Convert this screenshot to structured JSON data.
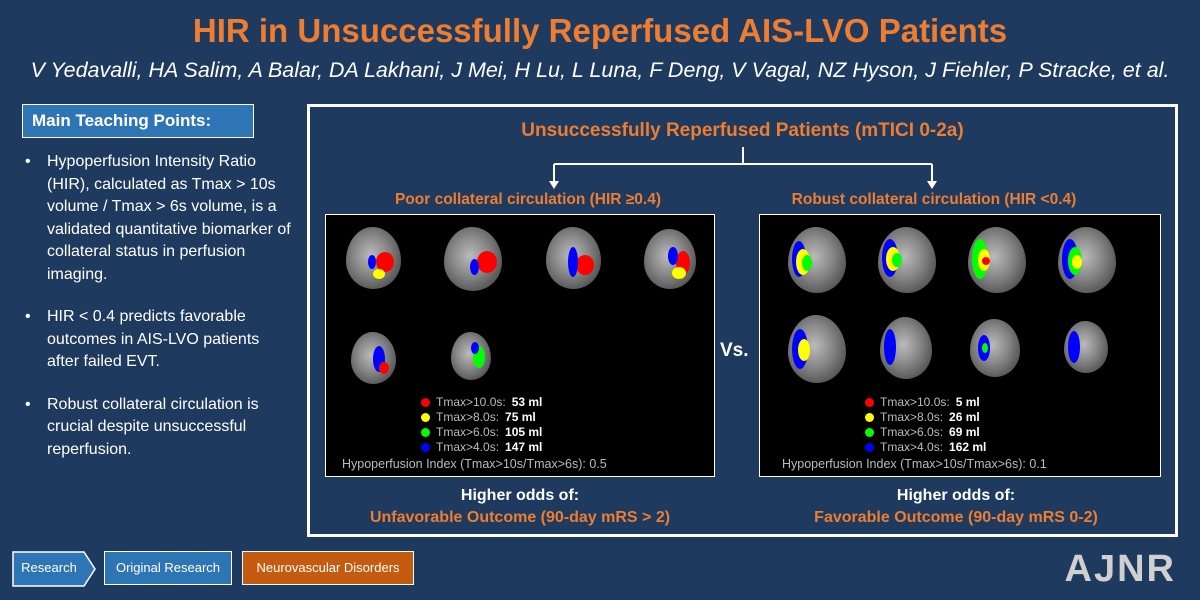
{
  "header": {
    "title": "HIR in Unsuccessfully Reperfused AIS-LVO Patients",
    "authors": "V Yedavalli, HA Salim, A Balar, DA Lakhani, J Mei, H Lu, L Luna, F Deng, V Vagal, NZ Hyson, J Fiehler, P Stracke, et al."
  },
  "teaching": {
    "heading": "Main Teaching Points:",
    "points": [
      "Hypoperfusion Intensity Ratio (HIR), calculated as Tmax > 10s volume / Tmax > 6s volume, is a validated quantitative biomarker of collateral status in perfusion imaging.",
      "HIR < 0.4 predicts favorable outcomes in AIS-LVO patients after failed EVT.",
      "Robust collateral circulation is crucial despite unsuccessful reperfusion."
    ]
  },
  "figure": {
    "top_label": "Unsuccessfully Reperfused Patients (mTICI 0-2a)",
    "vs_label": "Vs.",
    "poor": {
      "label": "Poor collateral circulation (HIR ≥0.4)",
      "legend": [
        {
          "name": "Tmax>10.0s:",
          "value": "53 ml",
          "color": "#ff0000"
        },
        {
          "name": "Tmax>8.0s:",
          "value": "75 ml",
          "color": "#ffff00"
        },
        {
          "name": "Tmax>6.0s:",
          "value": "105 ml",
          "color": "#00ff00"
        },
        {
          "name": "Tmax>4.0s:",
          "value": "147 ml",
          "color": "#0000ff"
        }
      ],
      "hir_text": "Hypoperfusion Index (Tmax>10s/Tmax>6s): 0.5",
      "odds_heading": "Higher odds of:",
      "outcome": "Unfavorable Outcome (90-day mRS > 2)"
    },
    "robust": {
      "label": "Robust collateral circulation (HIR <0.4)",
      "legend": [
        {
          "name": "Tmax>10.0s:",
          "value": "5 ml",
          "color": "#ff0000"
        },
        {
          "name": "Tmax>8.0s:",
          "value": "26 ml",
          "color": "#ffff00"
        },
        {
          "name": "Tmax>6.0s:",
          "value": "69 ml",
          "color": "#00ff00"
        },
        {
          "name": "Tmax>4.0s:",
          "value": "162 ml",
          "color": "#0000ff"
        }
      ],
      "hir_text": "Hypoperfusion Index (Tmax>10s/Tmax>6s): 0.1",
      "odds_heading": "Higher odds of:",
      "outcome": "Favorable Outcome (90-day mRS 0-2)"
    }
  },
  "footer": {
    "tags": [
      "Research",
      "Original Research",
      "Neurovascular Disorders"
    ],
    "logo": "AJNR"
  }
}
